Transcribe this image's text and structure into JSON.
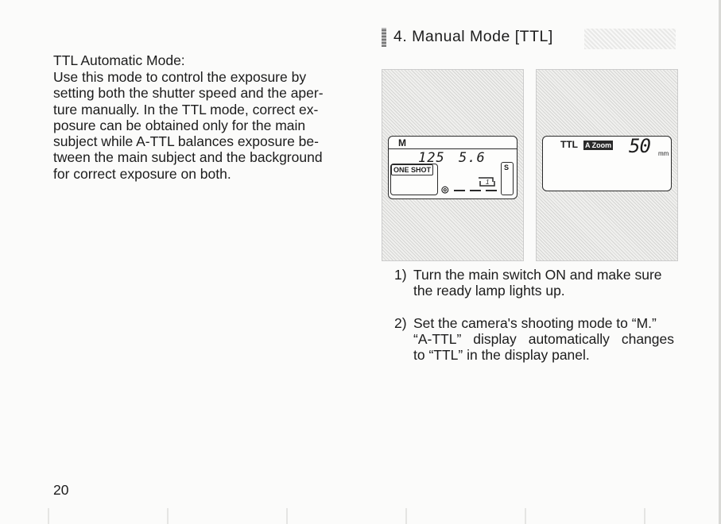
{
  "left_column": {
    "heading": "TTL Automatic Mode:",
    "paragraph_lines": [
      "Use this mode to control the exposure by",
      "setting both the shutter speed and the aper-",
      "ture manually. In the TTL mode, correct ex-",
      "posure can be obtained only for the main",
      "subject while A-TTL balances exposure be-",
      "tween the main subject and the background",
      "for correct exposure on both."
    ]
  },
  "page_number": "20",
  "section": {
    "title": "4. Manual Mode [TTL]"
  },
  "camera_display": {
    "mode": "M",
    "shutter": "125",
    "aperture": "5.6",
    "af_mode": "ONE SHOT",
    "s_label": "S",
    "frame_digit": "1"
  },
  "flash_display": {
    "mode": "TTL",
    "zoom_badge": "A Zoom",
    "focal_length": "50",
    "focal_unit": "mm"
  },
  "steps": [
    {
      "number": "1)",
      "lines": [
        "Turn the main switch ON and make sure",
        "the ready lamp lights up."
      ]
    },
    {
      "number": "2)",
      "lines": [
        "Set the camera's shooting mode to “M.”",
        "“A-TTL” display automatically changes",
        "to “TTL” in the display panel."
      ]
    }
  ]
}
